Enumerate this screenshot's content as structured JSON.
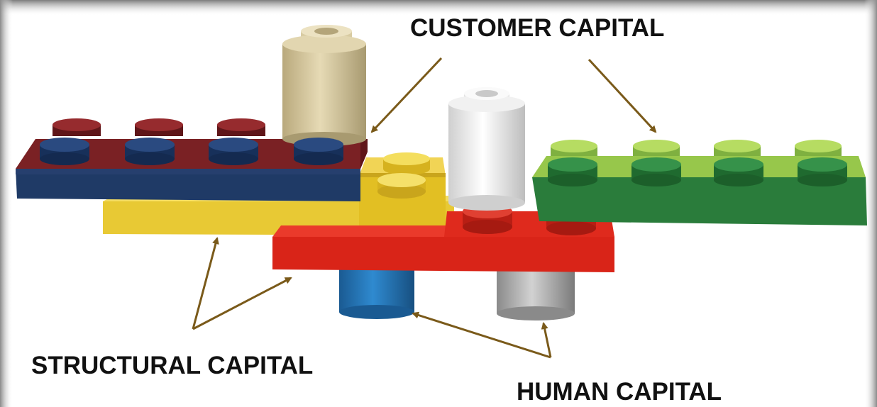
{
  "labels": {
    "customer": "CUSTOMER CAPITAL",
    "structural": "STRUCTURAL CAPITAL",
    "human": "HUMAN CAPITAL"
  },
  "colors": {
    "navy_plate": "#1f3a66",
    "dark_red_plate": "#7a2124",
    "yellow_plate": "#e8c934",
    "red_plate": "#d92418",
    "green_plate": "#2a7c3b",
    "light_green_plate": "#97c74b",
    "tan_cylinder": "#cdbf95",
    "white_cylinder": "#e6e6e6",
    "blue_cylinder": "#1c6fb0",
    "gray_cylinder": "#9c9c9c",
    "arrow": "#7a5a1a",
    "frame": "#8c8c8c"
  },
  "icons": [
    "arrow-icon"
  ]
}
